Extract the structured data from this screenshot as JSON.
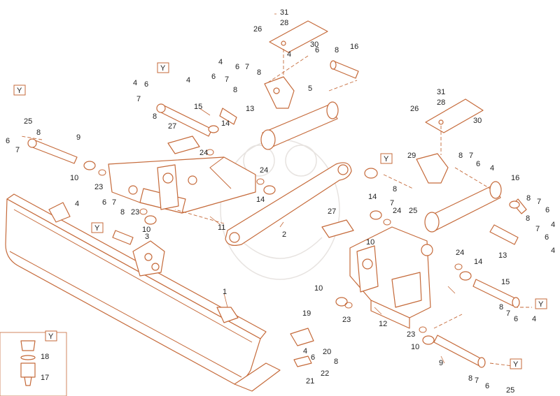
{
  "diagram": {
    "accent_color": "#c56a3a",
    "callouts": [
      {
        "id": "c31a",
        "text": "31"
      },
      {
        "id": "c28a",
        "text": "28"
      },
      {
        "id": "c26a",
        "text": "26"
      },
      {
        "id": "c30a",
        "text": "30"
      },
      {
        "id": "c4a",
        "text": "4"
      },
      {
        "id": "c6a",
        "text": "6"
      },
      {
        "id": "c8a",
        "text": "8"
      },
      {
        "id": "c16a",
        "text": "16"
      },
      {
        "id": "c5",
        "text": "5"
      },
      {
        "id": "c4b",
        "text": "4"
      },
      {
        "id": "c6b",
        "text": "6"
      },
      {
        "id": "c7b",
        "text": "7"
      },
      {
        "id": "c8b",
        "text": "8"
      },
      {
        "id": "c4c",
        "text": "4"
      },
      {
        "id": "c6c",
        "text": "6"
      },
      {
        "id": "c7c",
        "text": "7"
      },
      {
        "id": "c8c",
        "text": "8"
      },
      {
        "id": "c4d",
        "text": "4"
      },
      {
        "id": "c6d",
        "text": "6"
      },
      {
        "id": "c7d",
        "text": "7"
      },
      {
        "id": "c8d",
        "text": "8"
      },
      {
        "id": "c15a",
        "text": "15"
      },
      {
        "id": "c13a",
        "text": "13"
      },
      {
        "id": "c14a",
        "text": "14"
      },
      {
        "id": "c25a",
        "text": "25"
      },
      {
        "id": "c8e",
        "text": "8"
      },
      {
        "id": "c6e",
        "text": "6"
      },
      {
        "id": "c7e",
        "text": "7"
      },
      {
        "id": "c9a",
        "text": "9"
      },
      {
        "id": "c27a",
        "text": "27"
      },
      {
        "id": "c24a",
        "text": "24"
      },
      {
        "id": "c10a",
        "text": "10"
      },
      {
        "id": "c23a",
        "text": "23"
      },
      {
        "id": "c24b",
        "text": "24"
      },
      {
        "id": "c14b",
        "text": "14"
      },
      {
        "id": "c4e",
        "text": "4"
      },
      {
        "id": "c6f",
        "text": "6"
      },
      {
        "id": "c7f",
        "text": "7"
      },
      {
        "id": "c8f",
        "text": "8"
      },
      {
        "id": "c23b",
        "text": "23"
      },
      {
        "id": "c10b",
        "text": "10"
      },
      {
        "id": "c3",
        "text": "3"
      },
      {
        "id": "c11",
        "text": "11"
      },
      {
        "id": "c2",
        "text": "2"
      },
      {
        "id": "c1",
        "text": "1"
      },
      {
        "id": "c31b",
        "text": "31"
      },
      {
        "id": "c28b",
        "text": "28"
      },
      {
        "id": "c26b",
        "text": "26"
      },
      {
        "id": "c30b",
        "text": "30"
      },
      {
        "id": "c29",
        "text": "29"
      },
      {
        "id": "c8g",
        "text": "8"
      },
      {
        "id": "c7g",
        "text": "7"
      },
      {
        "id": "c6g",
        "text": "6"
      },
      {
        "id": "c4f",
        "text": "4"
      },
      {
        "id": "c16b",
        "text": "16"
      },
      {
        "id": "c8h",
        "text": "8"
      },
      {
        "id": "c7h",
        "text": "7"
      },
      {
        "id": "c6h",
        "text": "6"
      },
      {
        "id": "c4g",
        "text": "4"
      },
      {
        "id": "c8i",
        "text": "8"
      },
      {
        "id": "c7i",
        "text": "7"
      },
      {
        "id": "c25b",
        "text": "25"
      },
      {
        "id": "c14c",
        "text": "14"
      },
      {
        "id": "c24c",
        "text": "24"
      },
      {
        "id": "c27b",
        "text": "27"
      },
      {
        "id": "c10c",
        "text": "10"
      },
      {
        "id": "c8j",
        "text": "8"
      },
      {
        "id": "c7j",
        "text": "7"
      },
      {
        "id": "c6j",
        "text": "6"
      },
      {
        "id": "c4h",
        "text": "4"
      },
      {
        "id": "c13b",
        "text": "13"
      },
      {
        "id": "c24d",
        "text": "24"
      },
      {
        "id": "c14d",
        "text": "14"
      },
      {
        "id": "c15b",
        "text": "15"
      },
      {
        "id": "c8k",
        "text": "8"
      },
      {
        "id": "c7k",
        "text": "7"
      },
      {
        "id": "c6k",
        "text": "6"
      },
      {
        "id": "c4i",
        "text": "4"
      },
      {
        "id": "c10d",
        "text": "10"
      },
      {
        "id": "c23c",
        "text": "23"
      },
      {
        "id": "c12",
        "text": "12"
      },
      {
        "id": "c19",
        "text": "19"
      },
      {
        "id": "c4j",
        "text": "4"
      },
      {
        "id": "c6l",
        "text": "6"
      },
      {
        "id": "c20",
        "text": "20"
      },
      {
        "id": "c8l",
        "text": "8"
      },
      {
        "id": "c22",
        "text": "22"
      },
      {
        "id": "c21",
        "text": "21"
      },
      {
        "id": "c23d",
        "text": "23"
      },
      {
        "id": "c10e",
        "text": "10"
      },
      {
        "id": "c9b",
        "text": "9"
      },
      {
        "id": "c8m",
        "text": "8"
      },
      {
        "id": "c7m",
        "text": "7"
      },
      {
        "id": "c6m",
        "text": "6"
      },
      {
        "id": "c25c",
        "text": "25"
      },
      {
        "id": "c18",
        "text": "18"
      },
      {
        "id": "c17",
        "text": "17"
      }
    ],
    "y_markers": [
      "Y",
      "Y",
      "Y",
      "Y",
      "Y",
      "Y",
      "Y"
    ]
  }
}
